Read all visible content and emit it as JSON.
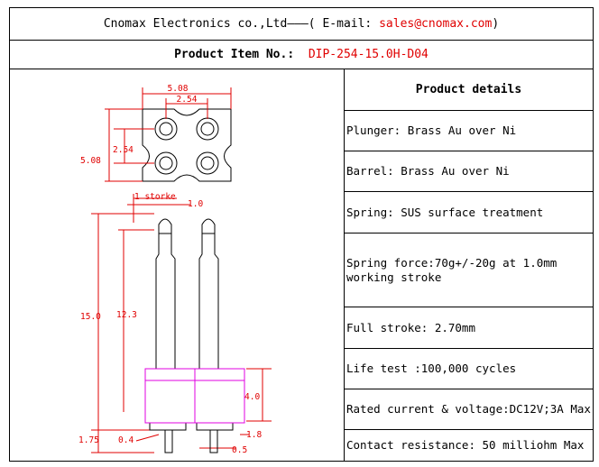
{
  "header": {
    "company": "Cnomax Electronics co.,Ltd",
    "dash": "———(",
    "email_label": "E-mail:",
    "email": "sales@cnomax.com",
    "close": ")"
  },
  "product_item": {
    "label": "Product Item No.:",
    "value": "DIP-254-15.0H-D04"
  },
  "details": {
    "title": "Product details",
    "items": [
      "Plunger: Brass Au over Ni",
      "Barrel: Brass Au over Ni",
      "Spring: SUS surface treatment",
      "Spring force:70g+/-20g at 1.0mm\nworking stroke",
      "Full stroke: 2.70mm",
      "Life test :100,000 cycles",
      "Rated current & voltage:DC12V;3A Max",
      "Contact resistance: 50 milliohm Max"
    ]
  },
  "drawing": {
    "dim_width": "5.08",
    "dim_pitch": "2.54",
    "dim_pitch_v": "2.54",
    "dim_height": "5.08",
    "stroke_label": "1 storke",
    "dim_1_0": "1.0",
    "dim_total": "15.0",
    "dim_12_3": "12.3",
    "dim_4_0": "4.0",
    "dim_1_75": "1.75",
    "dim_0_4": "0.4",
    "dim_1_8": "1.8",
    "dim_0_5": "0.5"
  },
  "colors": {
    "drawing_red": "#e00000",
    "drawing_magenta": "#e000e0"
  }
}
